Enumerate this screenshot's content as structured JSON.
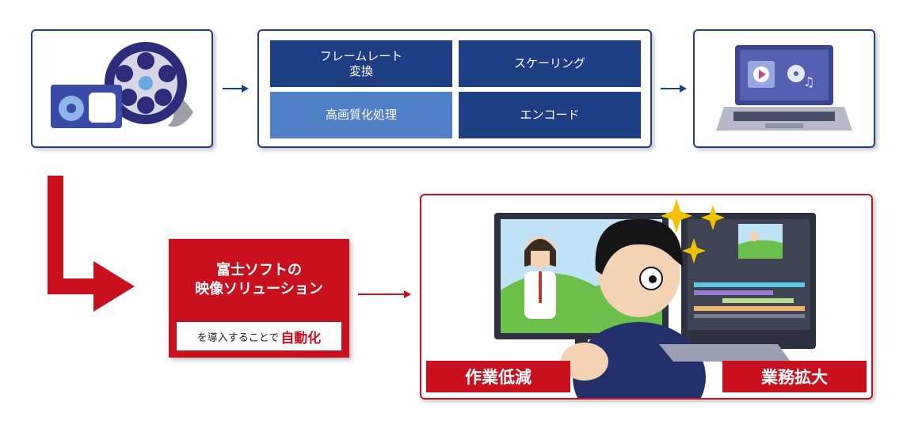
{
  "flow": {
    "processes": [
      {
        "label": "フレームレート\n変換"
      },
      {
        "label": "スケーリング"
      },
      {
        "label": "高画質化処理"
      },
      {
        "label": "エンコード"
      }
    ]
  },
  "solution": {
    "title": "富士ソフトの\n映像ソリューション",
    "subtitle_prefix": "を導入することで",
    "subtitle_emphasis": "自動化"
  },
  "results": {
    "left_badge": "作業低減",
    "right_badge": "業務拡大"
  },
  "colors": {
    "navy": "#1f3f85",
    "blue_highlight": "#4f7fc4",
    "red": "#c8101e"
  },
  "icons": [
    "video-tape-film-reel-icon",
    "laptop-media-icon",
    "video-editor-illustration"
  ]
}
